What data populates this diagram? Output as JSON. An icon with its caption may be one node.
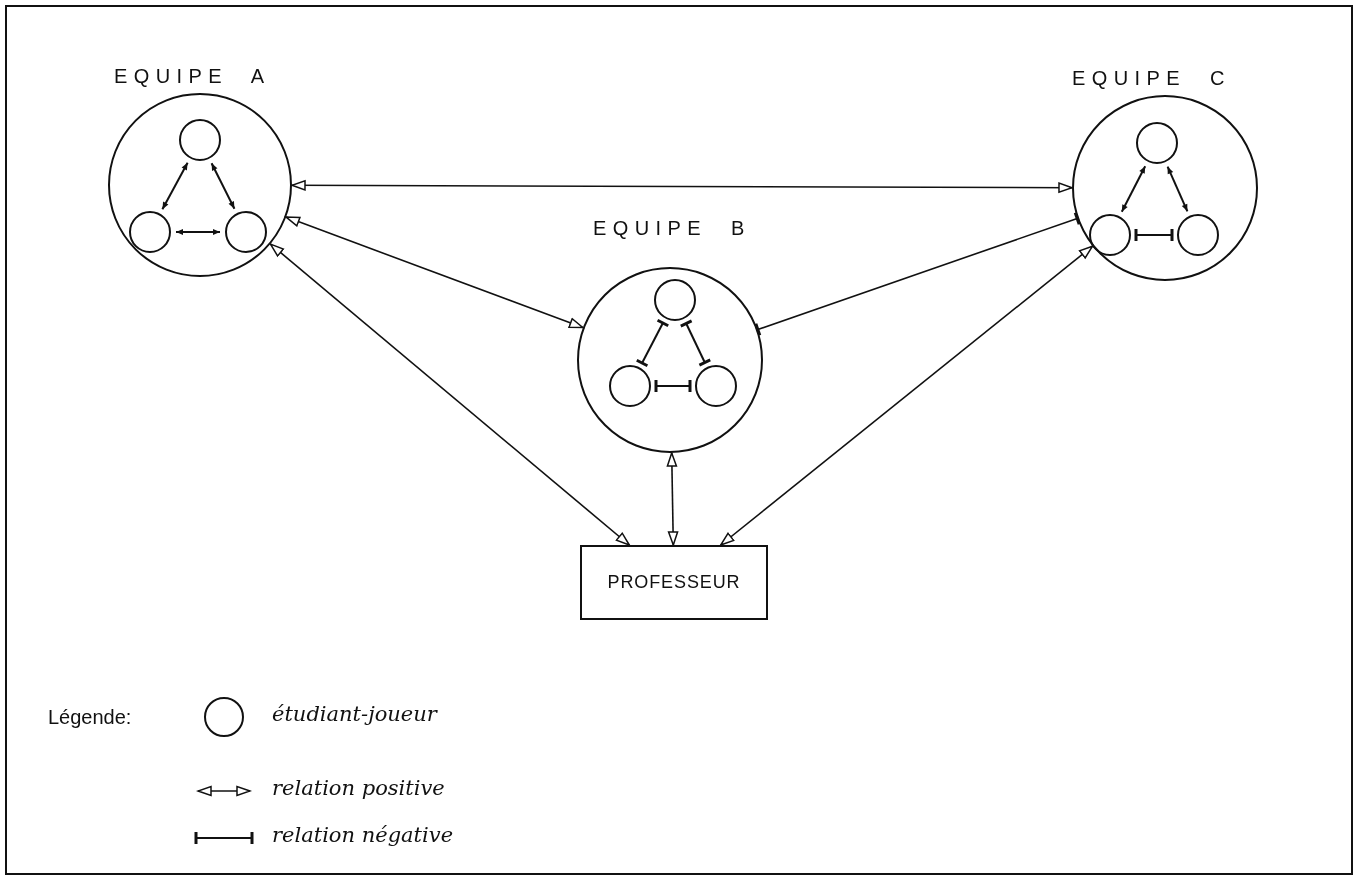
{
  "diagram": {
    "nodes": [
      {
        "text": [
          "EQUIPE A"
        ]
      },
      {
        "text": [],
        "shape": "circle",
        "in": 0
      },
      {
        "text": [],
        "shape": "circle",
        "in": 0
      },
      {
        "text": [],
        "shape": "circle",
        "in": 0
      },
      {
        "text": [
          "EQUIPE B"
        ]
      },
      {
        "text": [],
        "shape": "circle",
        "in": 4
      },
      {
        "text": [],
        "shape": "circle",
        "in": 4
      },
      {
        "text": [],
        "shape": "circle",
        "in": 4
      },
      {
        "text": [
          "EQUIPE C"
        ]
      },
      {
        "text": [],
        "shape": "circle",
        "in": 8
      },
      {
        "text": [],
        "shape": "circle",
        "in": 8
      },
      {
        "text": [],
        "shape": "circle",
        "in": 8
      },
      {
        "text": [
          "PROFESSEUR"
        ]
      }
    ],
    "edges": [
      {
        "from": 1,
        "to": 2,
        "arrow": "both"
      },
      {
        "from": 1,
        "to": 3,
        "arrow": "both"
      },
      {
        "from": 2,
        "to": 3,
        "arrow": "both"
      },
      {
        "from": 5,
        "to": 6,
        "arrow": "other"
      },
      {
        "from": 5,
        "to": 7,
        "arrow": "other"
      },
      {
        "from": 6,
        "to": 7,
        "arrow": "other"
      },
      {
        "from": 9,
        "to": 10,
        "arrow": "both"
      },
      {
        "from": 9,
        "to": 11,
        "arrow": "both"
      },
      {
        "from": 10,
        "to": 11,
        "arrow": "other"
      },
      {
        "from": 0,
        "to": 8,
        "arrow": "both"
      },
      {
        "from": 0,
        "to": 4,
        "arrow": "both"
      },
      {
        "from": 0,
        "to": 12,
        "arrow": "both"
      },
      {
        "from": 8,
        "to": 4,
        "arrow": "other"
      },
      {
        "from": 4,
        "to": 12,
        "arrow": "both"
      },
      {
        "from": 8,
        "to": 12,
        "arrow": "both"
      }
    ],
    "labels": [
      "Légende:"
    ],
    "legend": [
      {
        "text": "étudiant-joueur"
      },
      {
        "text": "relation positive"
      },
      {
        "text": "relation négative"
      }
    ]
  }
}
